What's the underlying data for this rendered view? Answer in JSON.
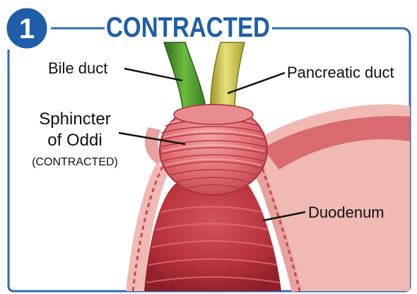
{
  "step_number": "1",
  "title": "CONTRACTED",
  "labels": {
    "bile_duct": "Bile duct",
    "pancreatic_duct": "Pancreatic duct",
    "sphincter_line1": "Sphincter",
    "sphincter_line2": "of Oddi",
    "sphincter_state": "(CONTRACTED)",
    "duodenum": "Duodenum"
  },
  "colors": {
    "title_blue": "#1f5ea8",
    "frame_blue": "#2e6bb5",
    "bile_duct_green": "#3f8f2a",
    "pancreatic_duct_yellow": "#c9c24a",
    "sphincter_pink": "#e0707a",
    "duodenum_tissue": "#c9484f"
  }
}
